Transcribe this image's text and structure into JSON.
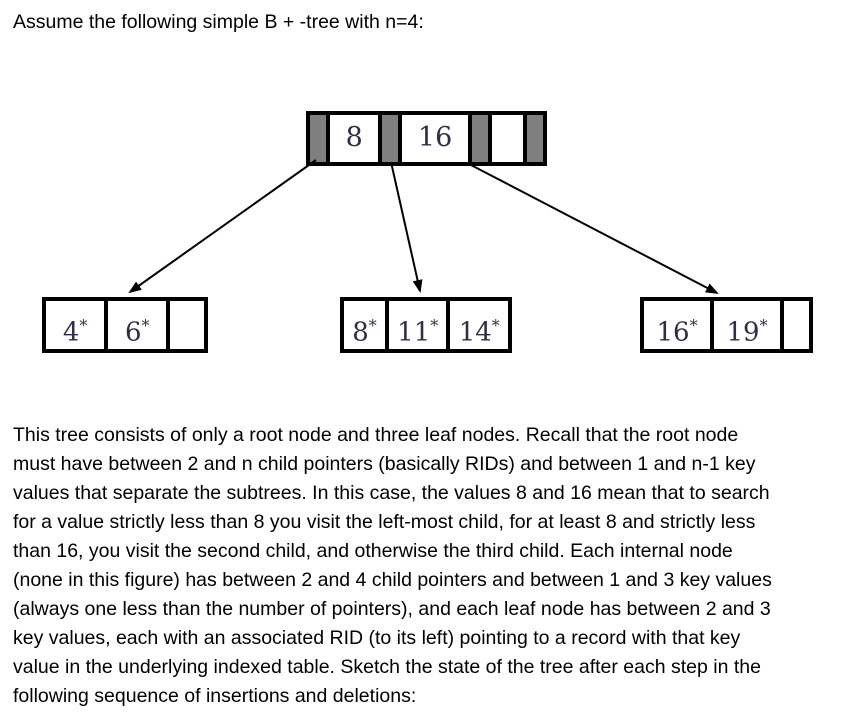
{
  "title": "Assume the following simple B + -tree with n=4:",
  "figure": {
    "type": "b-plus-tree",
    "colors": {
      "pointer_slot_fill": "#7f7f7f",
      "node_border": "#000000",
      "key_text": "#2e2e47",
      "arrow": "#000000"
    },
    "root": {
      "keys": [
        "8",
        "16",
        ""
      ]
    },
    "leaves": [
      {
        "cells": [
          {
            "num": "4",
            "sup": "*"
          },
          {
            "num": "6",
            "sup": "*"
          },
          {
            "num": "",
            "sup": ""
          }
        ]
      },
      {
        "cells": [
          {
            "num": "8",
            "sup": "*"
          },
          {
            "num": "11",
            "sup": "*"
          },
          {
            "num": "14",
            "sup": "*"
          }
        ]
      },
      {
        "cells": [
          {
            "num": "16",
            "sup": "*"
          },
          {
            "num": "19",
            "sup": "*"
          },
          {
            "num": "",
            "sup": ""
          }
        ]
      }
    ]
  },
  "body": {
    "lines": [
      "This tree consists of only a root node and three leaf nodes. Recall that the root node",
      "must have between 2 and n child pointers (basically RIDs) and between 1 and n-1 key",
      "values that separate the subtrees. In this case, the values 8 and 16 mean that to search",
      "for a value strictly less than 8 you visit the left-most child, for at least 8 and strictly less",
      "than 16, you visit the second child, and otherwise the third child. Each internal node",
      "(none in this figure) has between 2 and 4 child pointers and between 1 and 3 key values",
      "(always one less than the number of pointers), and each leaf node has between 2 and 3",
      "key values, each with an associated RID (to its left) pointing to a record with that key",
      "value in the underlying indexed table. Sketch the state of the tree after each step in the",
      "following sequence of insertions and deletions:"
    ]
  }
}
